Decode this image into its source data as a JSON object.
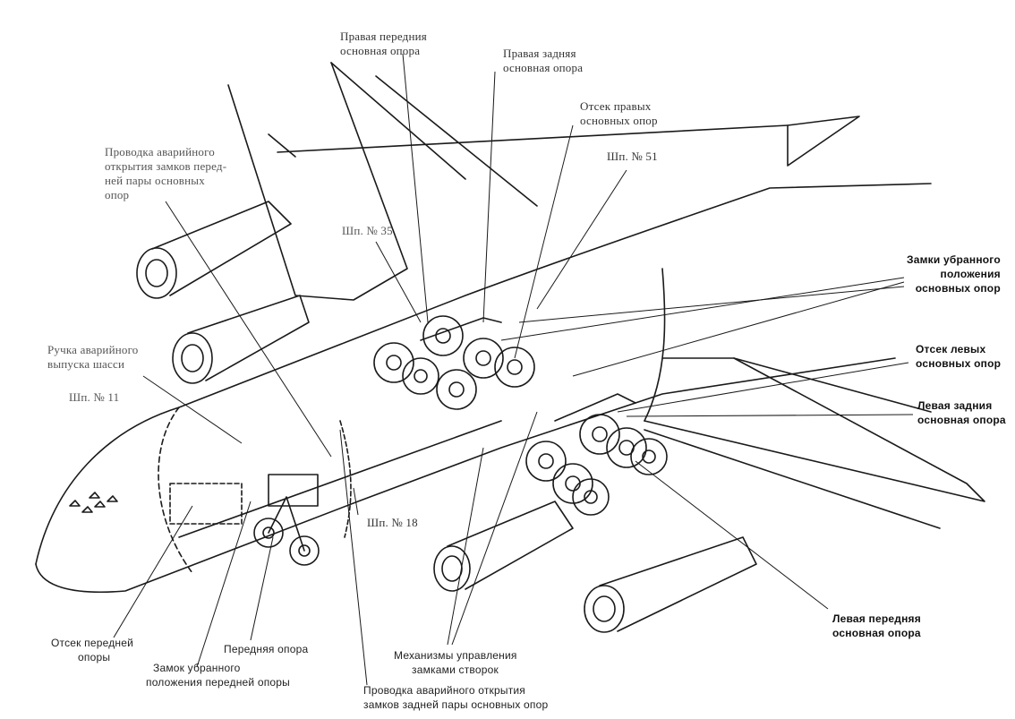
{
  "labels": {
    "right_front_main": [
      "Правая передния",
      "основная опора"
    ],
    "right_rear_main": [
      "Правая задняя",
      "основная опора"
    ],
    "right_bay": [
      "Отсек правых",
      "основных опор"
    ],
    "frame_51": "Шп. № 51",
    "wiring_front_pair": [
      "Проводка аварийного",
      "открытия замков перед-",
      "ней пары основных",
      "опор"
    ],
    "frame_35": "Шп. № 35",
    "uplocks_main": [
      "Замки убранного",
      "положения",
      "основных опор"
    ],
    "emergency_handle": [
      "Ручка аварийного",
      "выпуска шасси"
    ],
    "left_bay": [
      "Отсек левых",
      "основных опор"
    ],
    "frame_11": "Шп. № 11",
    "left_rear_main": [
      "Левая задния",
      "основная опора"
    ],
    "frame_18": "Шп. № 18",
    "left_front_main": [
      "Левая передняя",
      "основная опора"
    ],
    "nose_bay": [
      "Отсек передней",
      "опоры"
    ],
    "nose_gear": "Передняя опора",
    "door_lock_mechanisms": [
      "Механизмы управления",
      "замками створок"
    ],
    "nose_uplock": [
      "Замок убранного",
      "положения передней опоры"
    ],
    "wiring_rear_pair": [
      "Проводка аварийного открытия",
      "замков задней пары основных опор"
    ]
  },
  "colors": {
    "ink": "#1a1a1a",
    "paper": "#ffffff"
  }
}
